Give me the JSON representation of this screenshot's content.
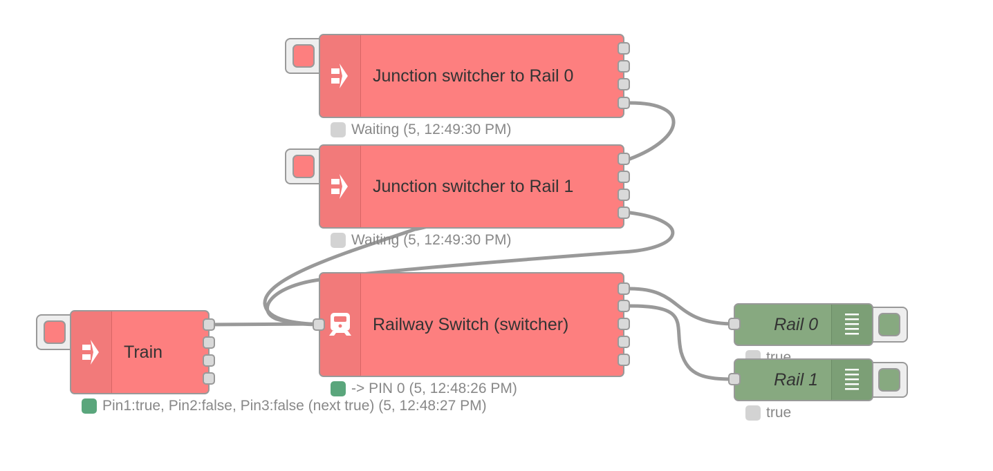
{
  "colors": {
    "node_red": "#fd7f7f",
    "node_green": "#87a980",
    "wire": "#999999",
    "status_green": "#5aa67c",
    "status_grey": "#d3d3d3"
  },
  "nodes": {
    "junction0": {
      "label": "Junction switcher to Rail 0",
      "icon": "double-arrow-right-icon",
      "status": {
        "text": "Waiting (5, 12:49:30 PM)",
        "color": "#d3d3d3"
      },
      "outputs": 4
    },
    "junction1": {
      "label": "Junction switcher to Rail 1",
      "icon": "double-arrow-right-icon",
      "status": {
        "text": "Waiting (5, 12:49:30 PM)",
        "color": "#d3d3d3"
      },
      "outputs": 4
    },
    "railway_switch": {
      "label": "Railway Switch (switcher)",
      "icon": "train-icon",
      "status": {
        "text": "-> PIN 0 (5, 12:48:26 PM)",
        "color": "#5aa67c"
      },
      "outputs": 5
    },
    "train": {
      "label": "Train",
      "icon": "double-arrow-right-icon",
      "status": {
        "text": "Pin1:true, Pin2:false, Pin3:false (next true) (5, 12:48:27 PM)",
        "color": "#5aa67c"
      },
      "outputs": 4
    },
    "rail0": {
      "label": "Rail 0",
      "icon": "list-lines-icon",
      "status": {
        "text": "true",
        "color": "#d3d3d3"
      }
    },
    "rail1": {
      "label": "Rail 1",
      "icon": "list-lines-icon",
      "status": {
        "text": "true",
        "color": "#d3d3d3"
      }
    }
  },
  "wires": [
    {
      "from": "junction0.output4",
      "to": "railway_switch.input"
    },
    {
      "from": "junction1.output4",
      "to": "railway_switch.input"
    },
    {
      "from": "train.output1",
      "to": "railway_switch.input"
    },
    {
      "from": "railway_switch.output1",
      "to": "rail0.input"
    },
    {
      "from": "railway_switch.output2",
      "to": "rail1.input"
    }
  ]
}
